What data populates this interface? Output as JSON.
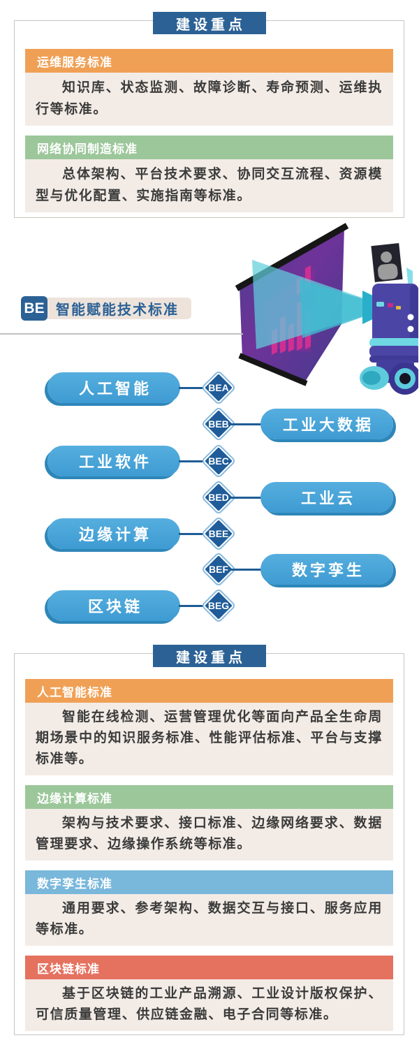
{
  "colors": {
    "header_blue": "#2B6195",
    "orange_bar": "#F0A055",
    "green_bar": "#9CC79A",
    "light_blue_bar": "#79B7DB",
    "red_bar": "#E5715F",
    "beige_panel": "#F3ECE6",
    "body_text": "#3B3B3B",
    "pill_blue": "#45A5D9",
    "pill_shadow": "#2E86B8",
    "diamond_blue": "#1F5C99",
    "divider_gray": "#C2C1BF"
  },
  "icons": {
    "illustration": "robot-projector-illustration"
  },
  "top_box": {
    "header": "建设重点",
    "sections": [
      {
        "title": "运维服务标准",
        "color": "#F0A055",
        "body": "知识库、状态监测、故障诊断、寿命预测、运维执行等标准。"
      },
      {
        "title": "网络协同制造标准",
        "color": "#9CC79A",
        "body": "总体架构、平台技术要求、协同交互流程、资源模型与优化配置、实施指南等标准。"
      }
    ]
  },
  "be_label": {
    "code": "BE",
    "title": "智能赋能技术标准"
  },
  "diagram": {
    "rows": [
      {
        "side": "left",
        "pill": "人工智能",
        "code": "BEA"
      },
      {
        "side": "right",
        "pill": "工业大数据",
        "code": "BEB"
      },
      {
        "side": "left",
        "pill": "工业软件",
        "code": "BEC"
      },
      {
        "side": "right",
        "pill": "工业云",
        "code": "BED"
      },
      {
        "side": "left",
        "pill": "边缘计算",
        "code": "BEE"
      },
      {
        "side": "right",
        "pill": "数字孪生",
        "code": "BEF"
      },
      {
        "side": "left",
        "pill": "区块链",
        "code": "BEG"
      }
    ]
  },
  "bottom_box": {
    "header": "建设重点",
    "sections": [
      {
        "title": "人工智能标准",
        "color": "#F0A055",
        "body": "智能在线检测、运营管理优化等面向产品全生命周期场景中的知识服务标准、性能评估标准、平台与支撑标准等。"
      },
      {
        "title": "边缘计算标准",
        "color": "#9CC79A",
        "body": "架构与技术要求、接口标准、边缘网络要求、数据管理要求、边缘操作系统等标准。"
      },
      {
        "title": "数字孪生标准",
        "color": "#79B7DB",
        "body": "通用要求、参考架构、数据交互与接口、服务应用等标准。"
      },
      {
        "title": "区块链标准",
        "color": "#E5715F",
        "body": "基于区块链的工业产品溯源、工业设计版权保护、可信质量管理、供应链金融、电子合同等标准。"
      }
    ]
  }
}
